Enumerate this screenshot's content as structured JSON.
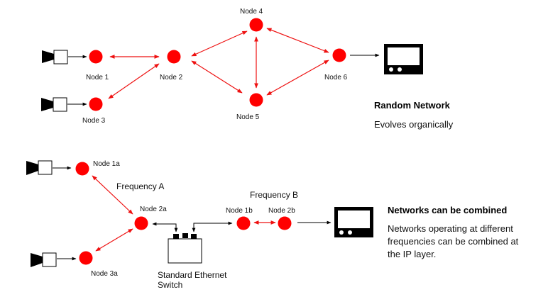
{
  "colors": {
    "node": "#ff0000",
    "radio_link": "#ee1111",
    "wired_link": "#000000"
  },
  "top_network": {
    "nodes": [
      {
        "id": "n1",
        "label": "Node 1"
      },
      {
        "id": "n2",
        "label": "Node 2"
      },
      {
        "id": "n3",
        "label": "Node 3"
      },
      {
        "id": "n4",
        "label": "Node 4"
      },
      {
        "id": "n5",
        "label": "Node 5"
      },
      {
        "id": "n6",
        "label": "Node 6"
      }
    ],
    "radio_links": [
      [
        "n1",
        "n2"
      ],
      [
        "n3",
        "n2"
      ],
      [
        "n2",
        "n4"
      ],
      [
        "n2",
        "n5"
      ],
      [
        "n4",
        "n5"
      ],
      [
        "n4",
        "n6"
      ],
      [
        "n5",
        "n6"
      ]
    ],
    "cameras": [
      {
        "feeds": "n1"
      },
      {
        "feeds": "n3"
      }
    ],
    "monitor": {
      "fed_by": "n6",
      "icon": "monitor-icon"
    },
    "title": "Random Network",
    "description": "Evolves organically"
  },
  "bottom_network": {
    "nodes": [
      {
        "id": "n1a",
        "label": "Node 1a"
      },
      {
        "id": "n2a",
        "label": "Node 2a"
      },
      {
        "id": "n3a",
        "label": "Node 3a"
      },
      {
        "id": "n1b",
        "label": "Node 1b"
      },
      {
        "id": "n2b",
        "label": "Node 2b"
      }
    ],
    "radio_links": [
      [
        "n1a",
        "n2a"
      ],
      [
        "n3a",
        "n2a"
      ],
      [
        "n1b",
        "n2b"
      ]
    ],
    "frequency_a_label": "Frequency A",
    "frequency_b_label": "Frequency B",
    "switch_label_line1": "Standard Ethernet",
    "switch_label_line2": "Switch",
    "cameras": [
      {
        "feeds": "n1a"
      },
      {
        "feeds": "n3a"
      }
    ],
    "monitor": {
      "fed_by": "n2b",
      "icon": "monitor-icon"
    },
    "title": "Networks can be combined",
    "description_lines": [
      "Networks operating at different",
      "frequencies can be combined at",
      "the IP layer."
    ]
  }
}
